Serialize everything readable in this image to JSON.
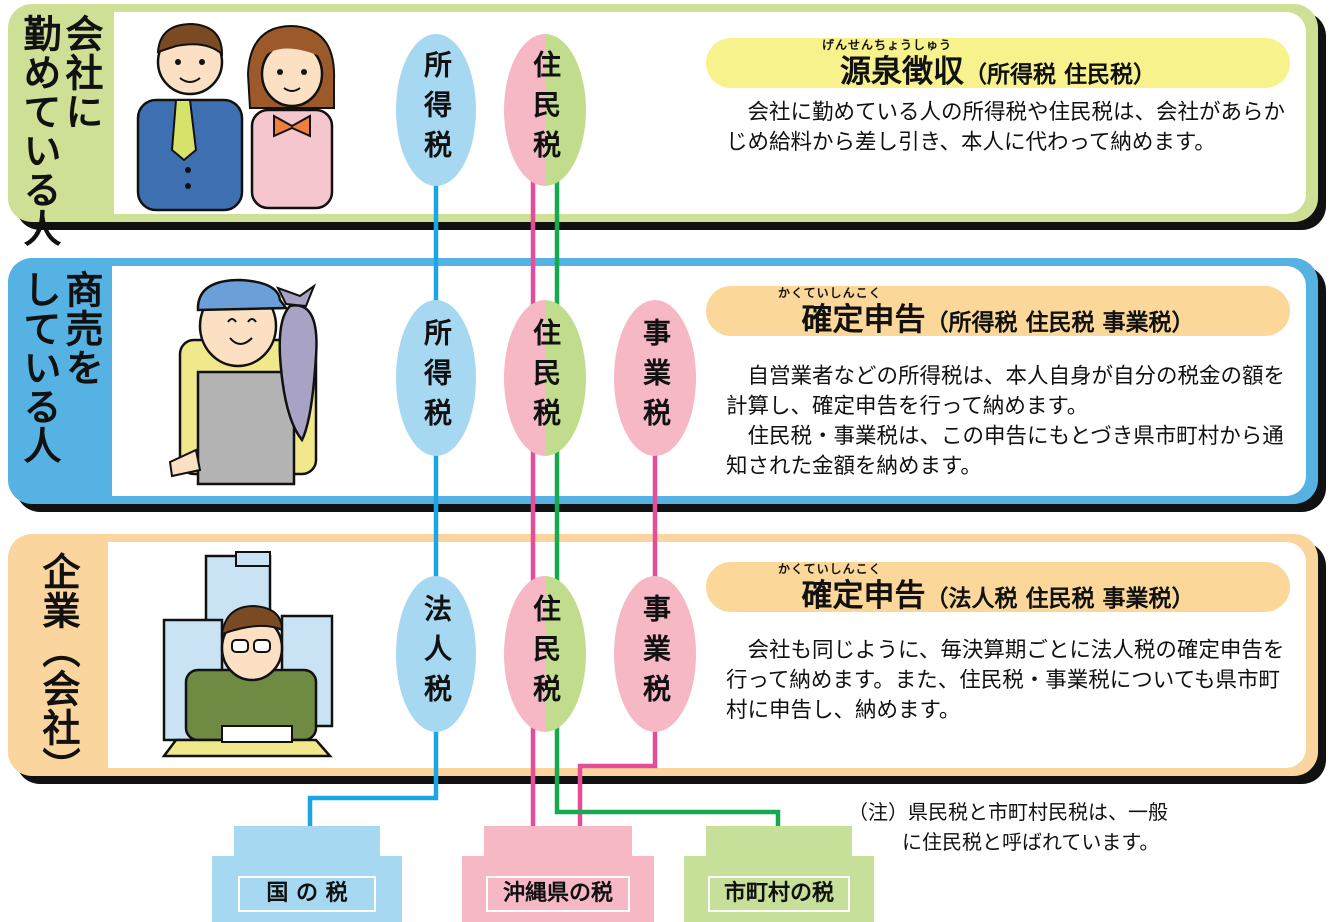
{
  "sections": [
    {
      "label_cols": [
        "会社に",
        "勤めている人"
      ],
      "ellipses": [
        "所得税",
        "住民税"
      ],
      "ruby": "げんせんちょうしゅう",
      "heading_main": "源泉徴収",
      "heading_sub": "（所得税  住民税）",
      "body": [
        "　会社に勤めている人の所得税や住民税は、会社があらかじめ給料から差し引き、本人に代わって納めます。"
      ]
    },
    {
      "label_cols": [
        "商売を",
        "している人"
      ],
      "ellipses": [
        "所得税",
        "住民税",
        "事業税"
      ],
      "ruby": "かくていしんこく",
      "heading_main": "確定申告",
      "heading_sub": "（所得税  住民税  事業税）",
      "body": [
        "　自営業者などの所得税は、本人自身が自分の税金の額を計算し、確定申告を行って納めます。",
        "　住民税・事業税は、この申告にもとづき県市町村から通知された金額を納めます。"
      ]
    },
    {
      "label_cols": [
        "企業（会社）"
      ],
      "ellipses": [
        "法人税",
        "住民税",
        "事業税"
      ],
      "ruby": "かくていしんこく",
      "heading_main": "確定申告",
      "heading_sub": "（法人税 住民税  事業税）",
      "body": [
        "　会社も同じように、毎決算期ごとに法人税の確定申告を行って納めます。また、住民税・事業税についても県市町村に申告し、納めます。"
      ]
    }
  ],
  "destinations": {
    "national": "国 の 税",
    "prefecture": "沖縄県の税",
    "municipal": "市町村の税"
  },
  "note": [
    "（注）県民税と市町村民税は、一般",
    "に住民税と呼ばれています。"
  ],
  "colors": {
    "green": "#cde096",
    "blue": "#57b2e4",
    "orange": "#fad59e",
    "yellow": "#f7f28c",
    "heading_orange": "#fbd89a",
    "line_blue": "#1aa6e2",
    "line_pink": "#e64d98",
    "line_green": "#16a94f"
  }
}
